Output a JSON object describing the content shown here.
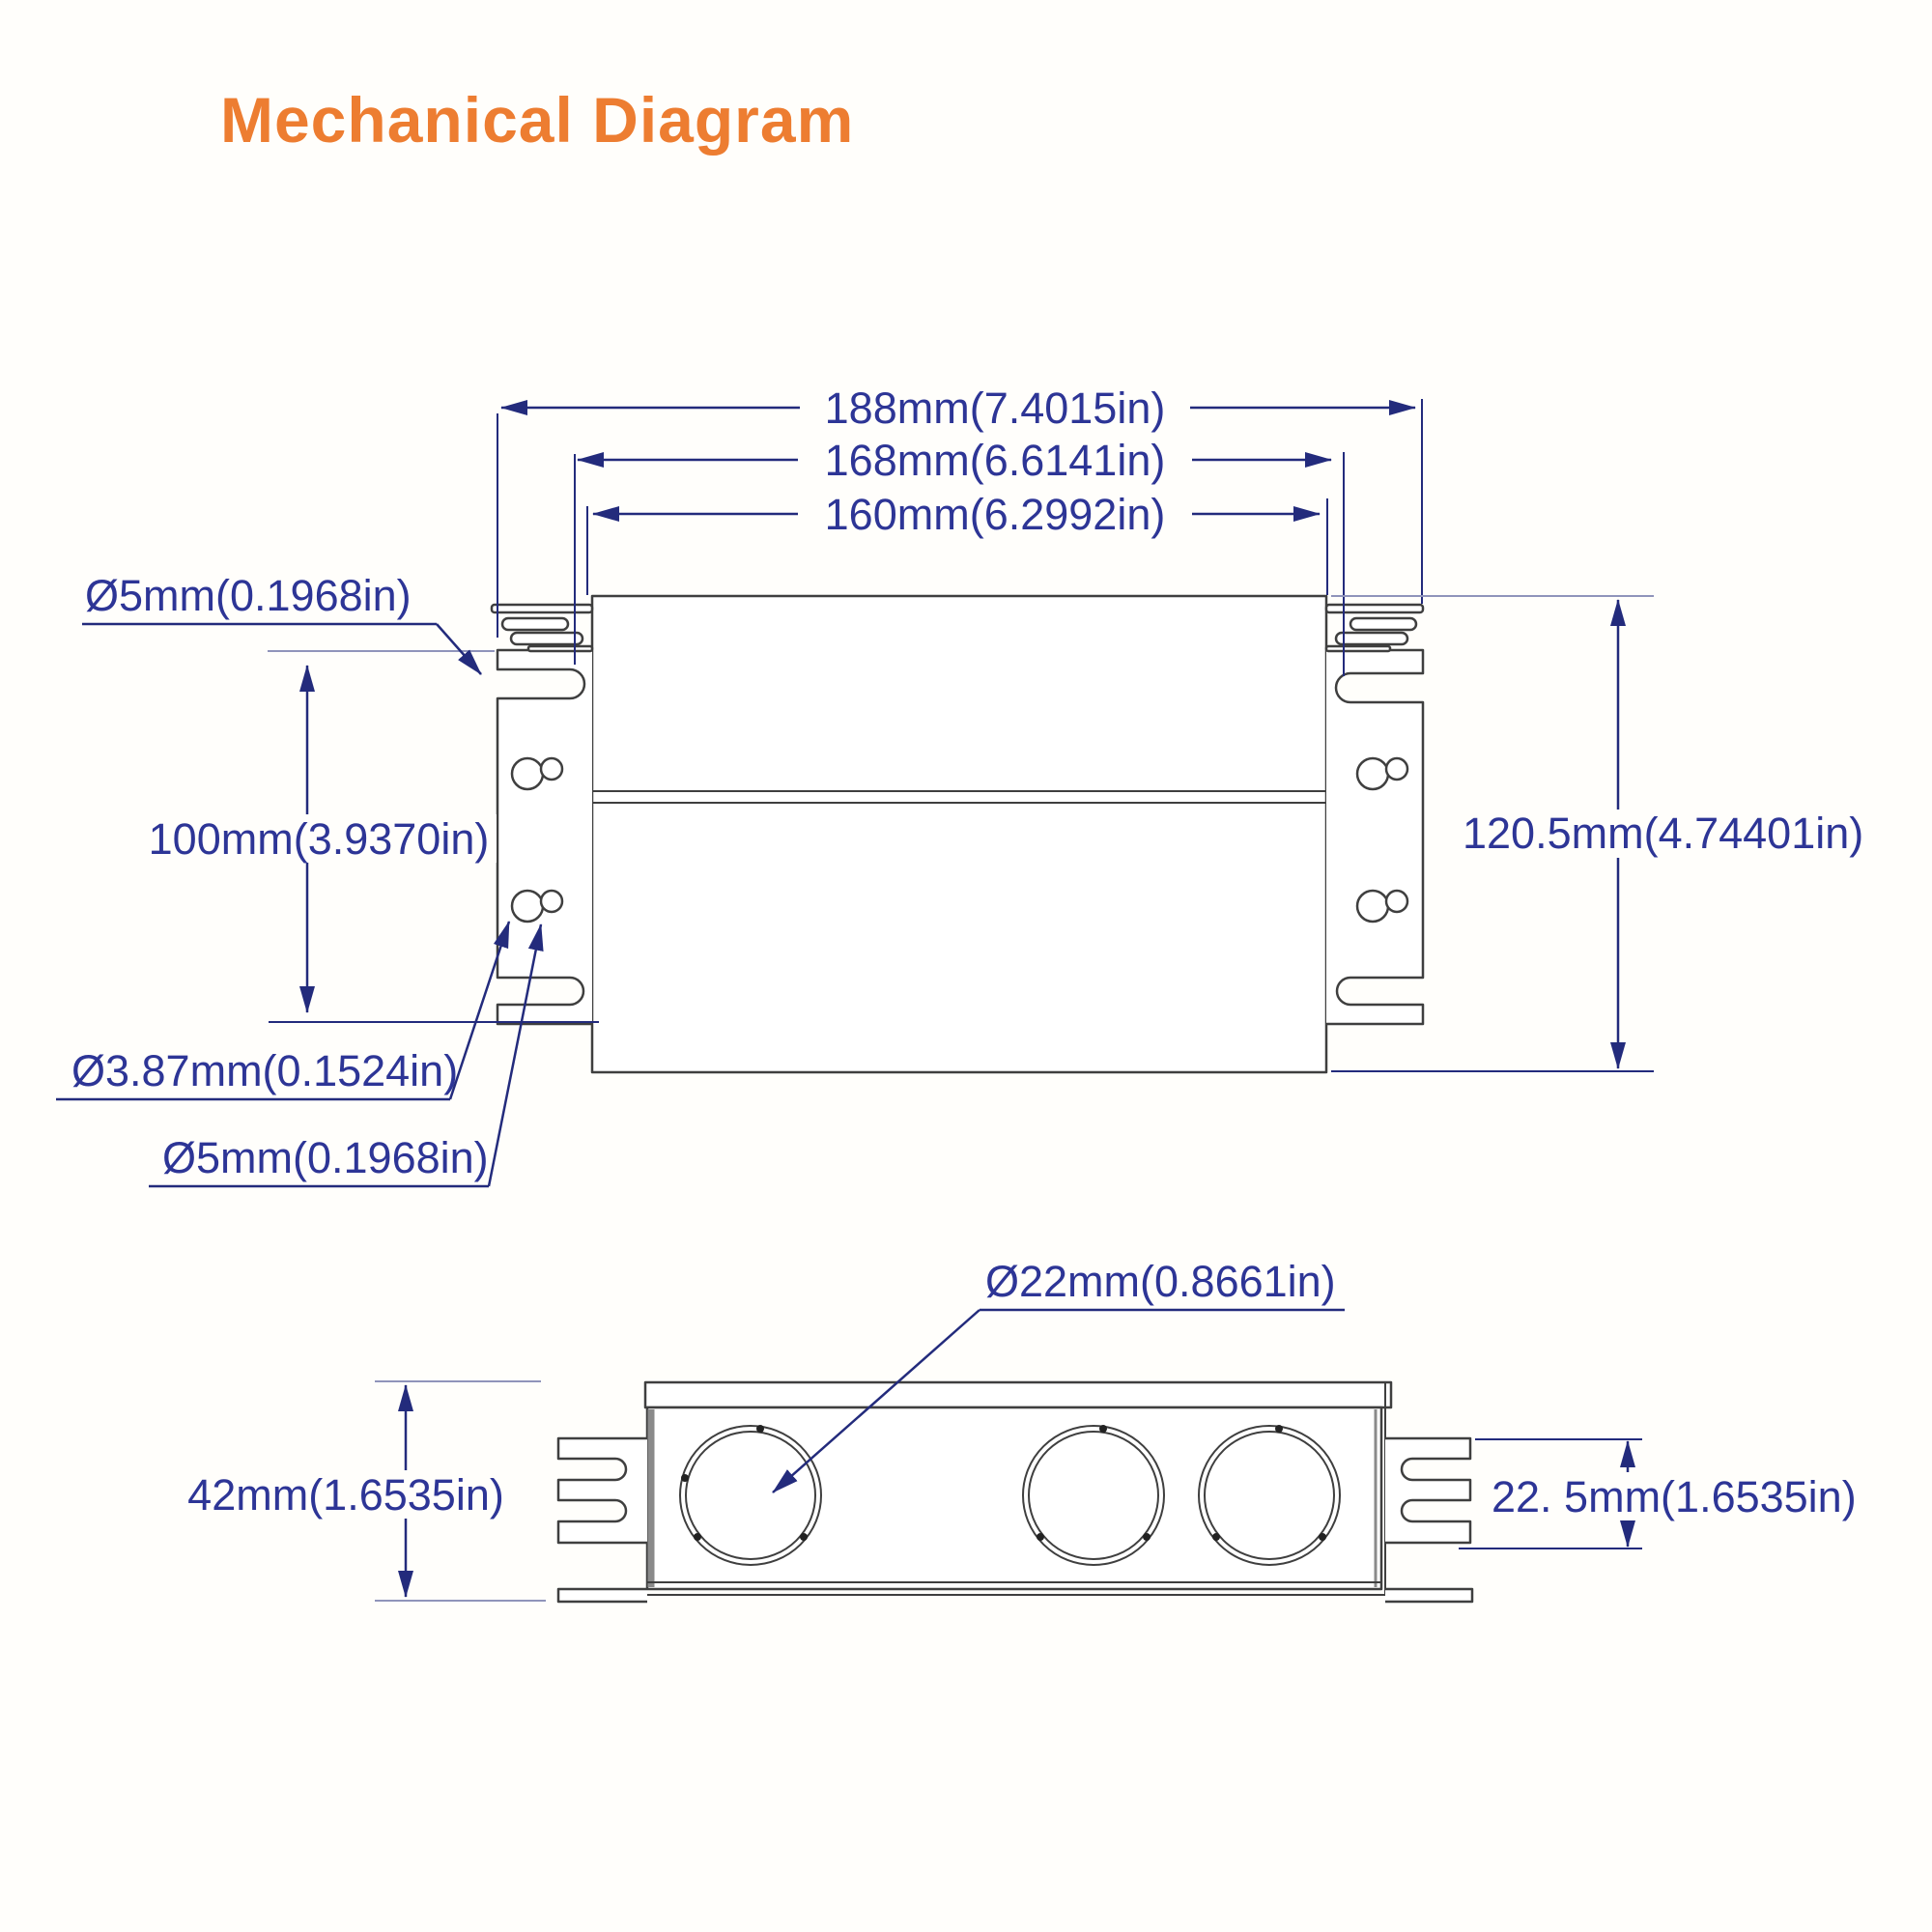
{
  "diagram": {
    "title": "Mechanical Diagram",
    "title_color": "#ED7D31",
    "annotation_color": "#2D3596",
    "line_color": "#232B7C",
    "front_view": {
      "width_overall": "188mm(7.4015in)",
      "width_mounting": "168mm(6.6141in)",
      "width_body": "160mm(6.2992in)",
      "bracket_slot_diameter_top": "Ø5mm(0.1968in)",
      "bracket_height": "100mm(3.9370in)",
      "height_overall": "120.5mm(4.74401in)",
      "keyhole_small_diameter": "Ø3.87mm(0.1524in)",
      "keyhole_large_diameter": "Ø5mm(0.1968in)"
    },
    "bottom_view": {
      "knockout_diameter": "Ø22mm(0.8661in)",
      "depth": "42mm(1.6535in)",
      "fin_height": "22. 5mm(1.6535in)"
    }
  }
}
